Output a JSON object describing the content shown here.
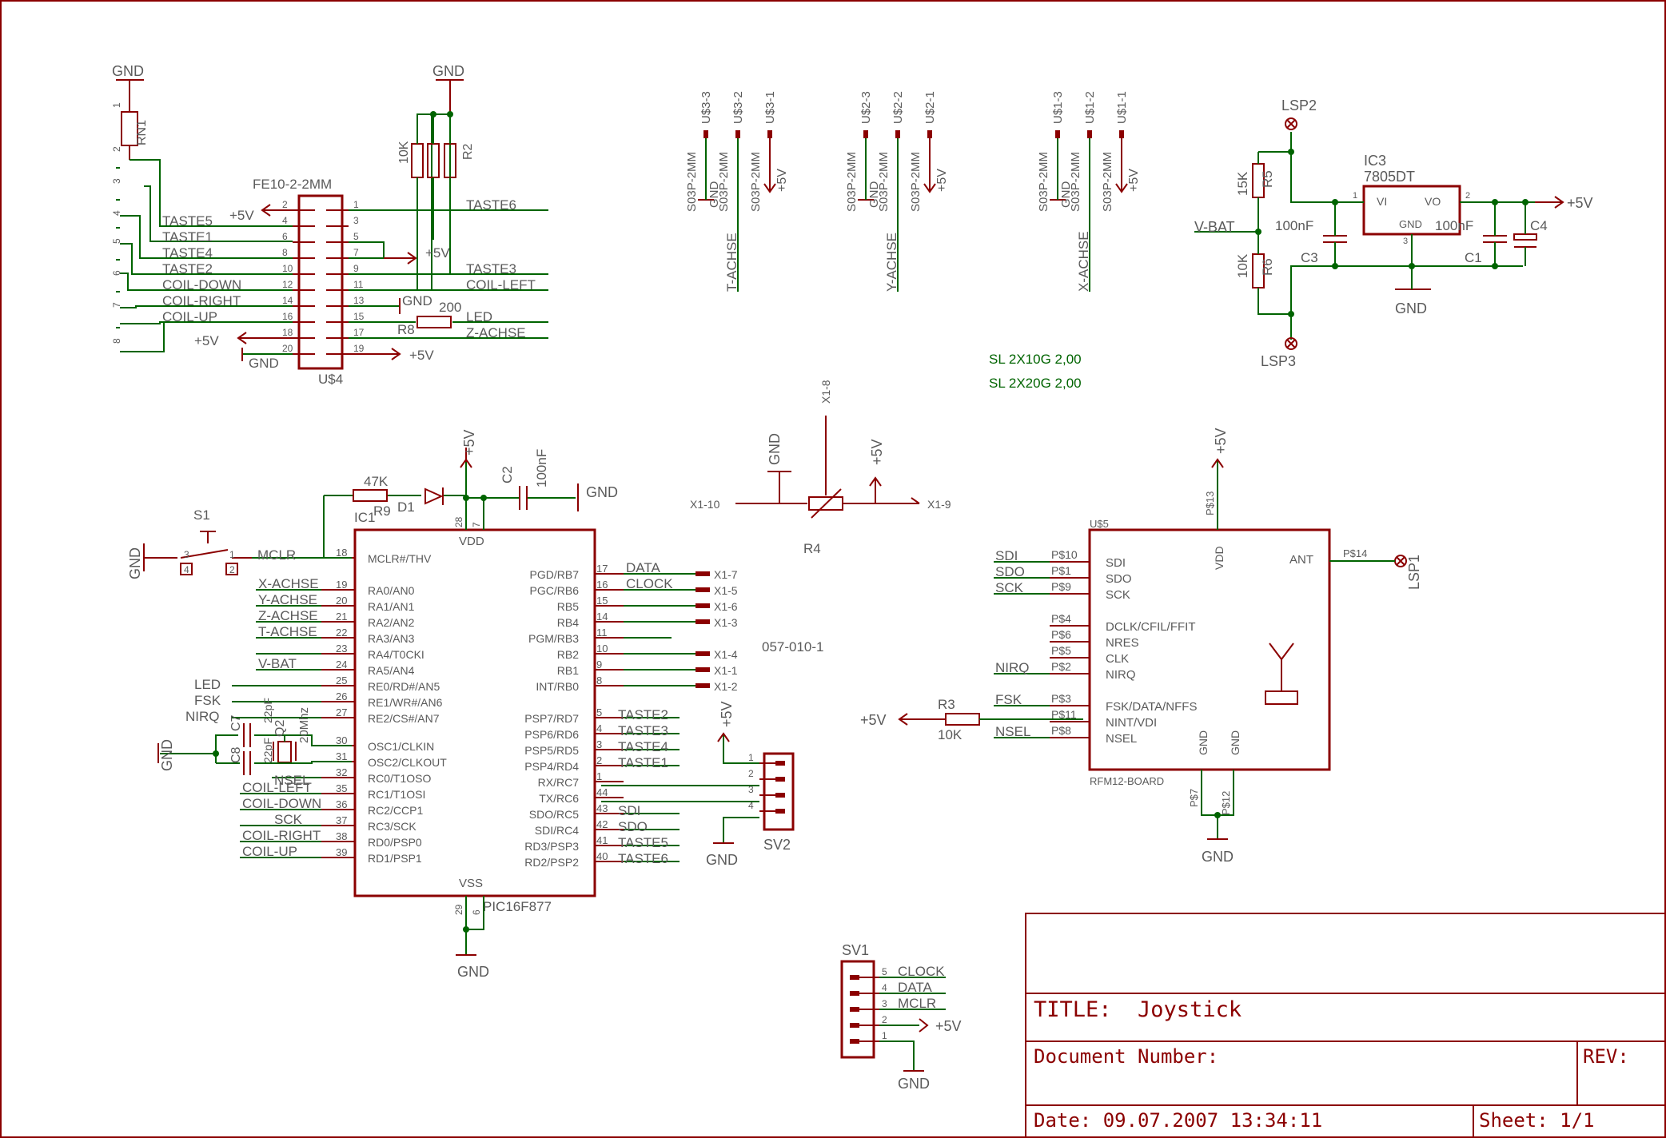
{
  "colors": {
    "border": "#8b0000",
    "wire": "#006400",
    "text": "#5a5a5a",
    "note": "#006400",
    "sym": "#8b0000"
  },
  "texts": {
    "gnd": "GND",
    "p5v": "+5V",
    "rn1": "RN1",
    "fe_name": "FE10-2-2MM",
    "us4": "U$4",
    "taste5": "TASTE5",
    "taste1": "TASTE1",
    "taste4": "TASTE4",
    "taste2": "TASTE2",
    "coil_down": "COIL-DOWN",
    "coil_right": "COIL-RIGHT",
    "coil_up": "COIL-UP",
    "taste6": "TASTE6",
    "taste3": "TASTE3",
    "coil_left": "COIL-LEFT",
    "led": "LED",
    "z_achse": "Z-ACHSE",
    "r8": "R8",
    "r8v": "200",
    "r2": "R2",
    "k10": "10K",
    "u33": "U$3-3",
    "u32": "U$3-2",
    "u31": "U$3-1",
    "u23": "U$2-3",
    "u22": "U$2-2",
    "u21": "U$2-1",
    "u13": "U$1-3",
    "u12": "U$1-2",
    "u11": "U$1-1",
    "s03p": "S03P-2MM",
    "t_achse": "T-ACHSE",
    "y_achse": "Y-ACHSE",
    "x_achse": "X-ACHSE",
    "lsp2": "LSP2",
    "lsp3": "LSP3",
    "lsp1": "LSP1",
    "ic3": "IC3",
    "reg": "7805DT",
    "vi": "VI",
    "vo": "VO",
    "r5": "R5",
    "r5v": "15K",
    "r6": "R6",
    "r6v": "10K",
    "vbat": "V-BAT",
    "c3": "C3",
    "c1": "C1",
    "c4": "C4",
    "nf100": "100nF",
    "sl1": "SL 2X10G 2,00",
    "sl2": "SL 2X20G 2,00",
    "x18": "X1-8",
    "x110": "X1-10",
    "x19": "X1-9",
    "r4": "R4",
    "k47": "47K",
    "r9": "R9",
    "ic1": "IC1",
    "d1": "D1",
    "c2": "C2",
    "s1": "S1",
    "mclr": "MCLR",
    "vdd": "VDD",
    "vss": "VSS",
    "pic": "PIC16F877",
    "part057": "057-010-1",
    "fsk": "FSK",
    "nirq": "NIRQ",
    "c8": "C8",
    "c7": "C7",
    "q2": "Q2",
    "pf22": "22pF",
    "mhz20": "20Mhz",
    "nsel": "NSEL",
    "sck": "SCK",
    "sdi": "SDI",
    "sdo": "SDO",
    "data": "DATA",
    "clock": "CLOCK",
    "sv2": "SV2",
    "sv1": "SV1",
    "u5": "U$5",
    "rfm": "RFM12-BOARD",
    "ant": "ANT",
    "r3": "R3",
    "r3v": "10K",
    "t2": "TASTE2",
    "t3": "TASTE3",
    "t4": "TASTE4",
    "t1": "TASTE1",
    "t5": "TASTE5",
    "t6": "TASTE6",
    "title": "TITLE:  Joystick",
    "docnum": "Document Number:",
    "rev": "REV:",
    "date": "Date: 09.07.2007 13:34:11",
    "sheet": "Sheet: 1/1"
  },
  "fe_pins_left": [
    "2",
    "4",
    "6",
    "8",
    "10",
    "12",
    "14",
    "16",
    "18",
    "20"
  ],
  "fe_pins_right": [
    "1",
    "3",
    "5",
    "7",
    "9",
    "11",
    "13",
    "15",
    "17",
    "19"
  ],
  "rn1_pins": [
    "1",
    "2",
    "3",
    "4",
    "5",
    "6",
    "7",
    "8"
  ],
  "pic_left": [
    {
      "pin": "18",
      "name": "MCLR#/THV"
    },
    {
      "pin": "19",
      "name": "RA0/AN0"
    },
    {
      "pin": "20",
      "name": "RA1/AN1"
    },
    {
      "pin": "21",
      "name": "RA2/AN2"
    },
    {
      "pin": "22",
      "name": "RA3/AN3"
    },
    {
      "pin": "23",
      "name": "RA4/T0CKI"
    },
    {
      "pin": "24",
      "name": "RA5/AN4"
    },
    {
      "pin": "25",
      "name": "RE0/RD#/AN5"
    },
    {
      "pin": "26",
      "name": "RE1/WR#/AN6"
    },
    {
      "pin": "27",
      "name": "RE2/CS#/AN7"
    },
    {
      "pin": "30",
      "name": "OSC1/CLKIN"
    },
    {
      "pin": "31",
      "name": "OSC2/CLKOUT"
    },
    {
      "pin": "32",
      "name": "RC0/T1OSO"
    },
    {
      "pin": "35",
      "name": "RC1/T1OSI"
    },
    {
      "pin": "36",
      "name": "RC2/CCP1"
    },
    {
      "pin": "37",
      "name": "RC3/SCK"
    },
    {
      "pin": "38",
      "name": "RD0/PSP0"
    },
    {
      "pin": "39",
      "name": "RD1/PSP1"
    }
  ],
  "pic_right": [
    {
      "pin": "17",
      "name": "PGD/RB7"
    },
    {
      "pin": "16",
      "name": "PGC/RB6"
    },
    {
      "pin": "15",
      "name": "RB5"
    },
    {
      "pin": "14",
      "name": "RB4"
    },
    {
      "pin": "11",
      "name": "PGM/RB3"
    },
    {
      "pin": "10",
      "name": "RB2"
    },
    {
      "pin": "9",
      "name": "RB1"
    },
    {
      "pin": "8",
      "name": "INT/RB0"
    },
    {
      "pin": "5",
      "name": "PSP7/RD7"
    },
    {
      "pin": "4",
      "name": "PSP6/RD6"
    },
    {
      "pin": "3",
      "name": "PSP5/RD5"
    },
    {
      "pin": "2",
      "name": "PSP4/RD4"
    },
    {
      "pin": "1",
      "name": "RX/RC7"
    },
    {
      "pin": "44",
      "name": "TX/RC6"
    },
    {
      "pin": "43",
      "name": "SDO/RC5"
    },
    {
      "pin": "42",
      "name": "SDI/RC4"
    },
    {
      "pin": "41",
      "name": "RD3/PSP3"
    },
    {
      "pin": "40",
      "name": "RD2/PSP2"
    }
  ],
  "pic_left_nets": [
    "X-ACHSE",
    "Y-ACHSE",
    "Z-ACHSE",
    "T-ACHSE",
    "",
    "V-BAT"
  ],
  "pic_right_nets": [
    "DATA",
    "CLOCK"
  ],
  "x_connectors": [
    "X1-7",
    "X1-5",
    "X1-6",
    "X1-3",
    "",
    "X1-4",
    "X1-1",
    "X1-2"
  ],
  "coil_nets": [
    "COIL-LEFT",
    "COIL-DOWN",
    "SCK",
    "COIL-RIGHT",
    "COIL-UP"
  ],
  "pwr_pins": {
    "p28": "28",
    "p7": "7",
    "p29": "29",
    "p6": "6"
  },
  "rfm_left": [
    {
      "pad": "P$10",
      "name": "SDI",
      "net": "SDI"
    },
    {
      "pad": "P$1",
      "name": "SDO",
      "net": "SDO"
    },
    {
      "pad": "P$9",
      "name": "SCK",
      "net": "SCK"
    },
    {
      "pad": "P$4",
      "name": "DCLK/CFIL/FFIT",
      "net": ""
    },
    {
      "pad": "P$6",
      "name": "NRES",
      "net": ""
    },
    {
      "pad": "P$5",
      "name": "CLK",
      "net": ""
    },
    {
      "pad": "P$2",
      "name": "NIRQ",
      "net": "NIRQ"
    },
    {
      "pad": "P$3",
      "name": "FSK/DATA/NFFS",
      "net": "FSK"
    },
    {
      "pad": "P$11",
      "name": "NINT/VDI",
      "net": ""
    },
    {
      "pad": "P$8",
      "name": "NSEL",
      "net": "NSEL"
    }
  ],
  "rfm_pads": {
    "p13": "P$13",
    "p14": "P$14",
    "p7": "P$7",
    "p12": "P$12"
  },
  "sv2_pins": [
    "1",
    "2",
    "3",
    "4"
  ],
  "sv1_pins": [
    {
      "n": "5",
      "net": "CLOCK"
    },
    {
      "n": "4",
      "net": "DATA"
    },
    {
      "n": "3",
      "net": "MCLR"
    },
    {
      "n": "2",
      "net": ""
    },
    {
      "n": "1",
      "net": ""
    }
  ],
  "s1_pins": {
    "a": "3",
    "b": "4",
    "c": "1",
    "d": "2"
  }
}
